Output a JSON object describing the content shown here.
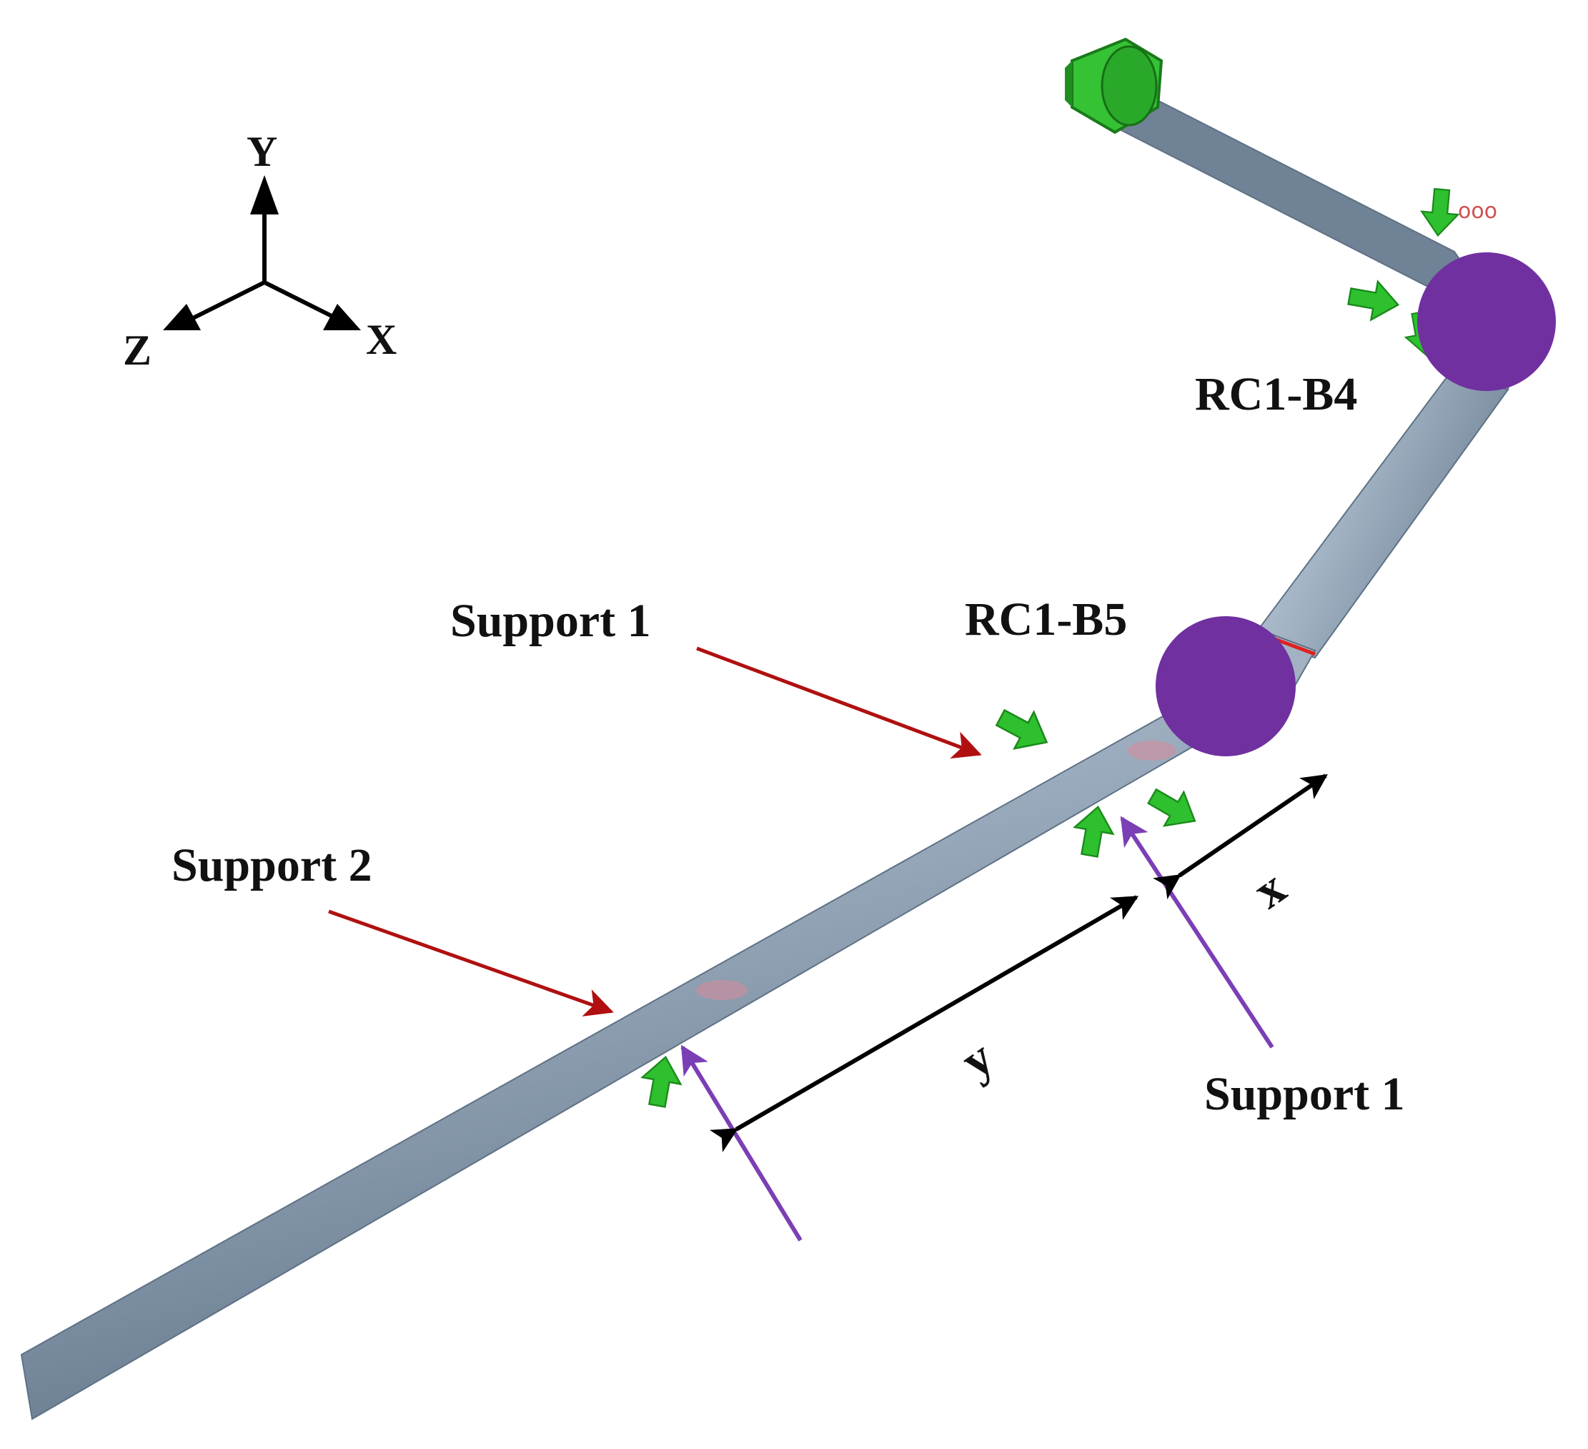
{
  "axes": {
    "x_label": "X",
    "y_label": "Y",
    "z_label": "Z"
  },
  "labels": {
    "support1_top": "Support 1",
    "support2": "Support 2",
    "support1_bottom": "Support 1",
    "rc1_b5": "RC1-B5",
    "rc1_b4": "RC1-B4",
    "dim_x": "x",
    "dim_y": "y"
  },
  "colors": {
    "pipe": "#97a9bc",
    "pipe_dark": "#6e8194",
    "pipe_light": "#c3d0dd",
    "support_green": "#2ec02e",
    "marker_purple": "#7030a0",
    "callout_red": "#b01010",
    "pointer_purple": "#7b3fb5",
    "dimension_black": "#000000"
  },
  "icons": {
    "support_arrow": "green-arrow-icon",
    "node_marker": "purple-circle-marker"
  }
}
